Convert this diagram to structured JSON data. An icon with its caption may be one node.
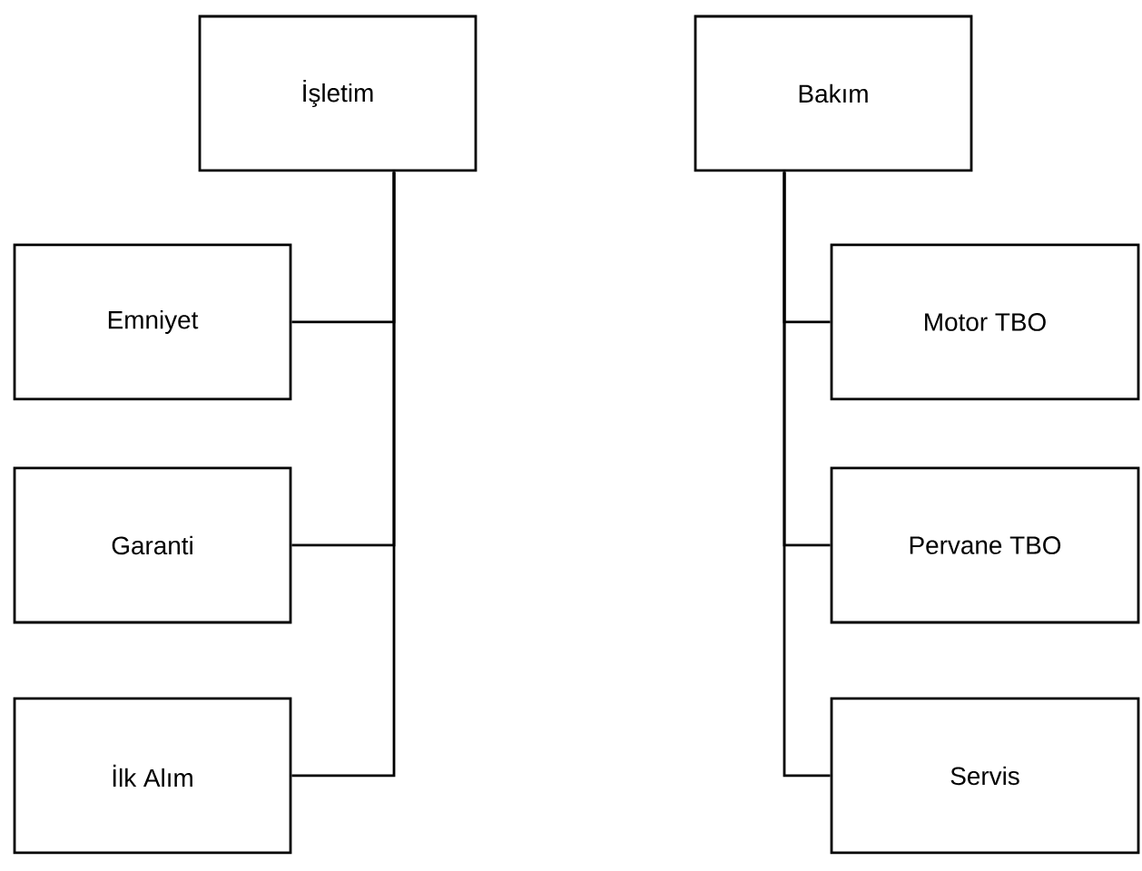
{
  "diagram": {
    "nodes": [
      {
        "text": [
          "İşletim"
        ]
      },
      {
        "text": [
          "Emniyet"
        ]
      },
      {
        "text": [
          "Garanti"
        ]
      },
      {
        "text": [
          "İlk Alım"
        ]
      },
      {
        "text": [
          "Bakım"
        ]
      },
      {
        "text": [
          "Motor TBO"
        ]
      },
      {
        "text": [
          "Pervane TBO"
        ]
      },
      {
        "text": [
          "Servis"
        ]
      }
    ],
    "edges": [
      {
        "from": 0,
        "to": 1,
        "arrow": "none"
      },
      {
        "from": 0,
        "to": 2,
        "arrow": "none"
      },
      {
        "from": 0,
        "to": 3,
        "arrow": "none"
      },
      {
        "from": 4,
        "to": 5,
        "arrow": "none"
      },
      {
        "from": 4,
        "to": 6,
        "arrow": "none"
      },
      {
        "from": 4,
        "to": 7,
        "arrow": "none"
      }
    ]
  }
}
